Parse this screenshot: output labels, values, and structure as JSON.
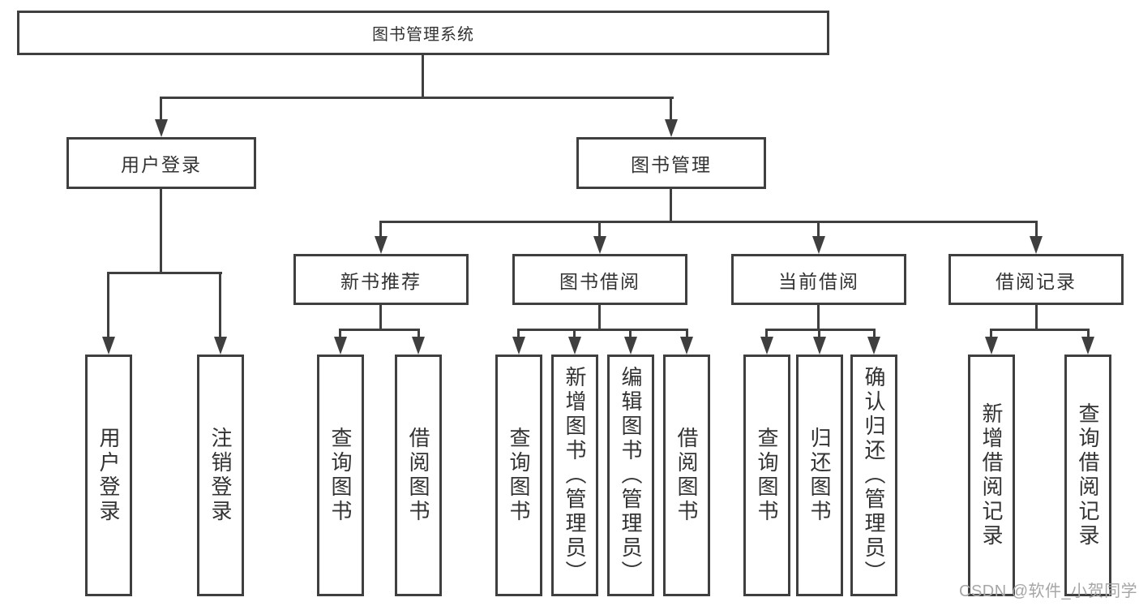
{
  "diagram": {
    "title": "图书管理系统",
    "watermark": "CSDN @软件_小贺同学",
    "colors": {
      "line": "#3f3f3f",
      "text": "#333333",
      "watermark": "#a6a6a6",
      "background": "#ffffff"
    },
    "root": {
      "label": "图书管理系统",
      "children": [
        {
          "label": "用户登录",
          "children": [
            {
              "label": "用户登录"
            },
            {
              "label": "注销登录"
            }
          ]
        },
        {
          "label": "图书管理",
          "children": [
            {
              "label": "新书推荐",
              "children": [
                {
                  "label": "查询图书"
                },
                {
                  "label": "借阅图书"
                }
              ]
            },
            {
              "label": "图书借阅",
              "children": [
                {
                  "label": "查询图书"
                },
                {
                  "label": "新增图书（管理员）"
                },
                {
                  "label": "编辑图书（管理员）"
                },
                {
                  "label": "借阅图书"
                }
              ]
            },
            {
              "label": "当前借阅",
              "children": [
                {
                  "label": "查询图书"
                },
                {
                  "label": "归还图书"
                },
                {
                  "label": "确认归还（管理员）"
                }
              ]
            },
            {
              "label": "借阅记录",
              "children": [
                {
                  "label": "新增借阅记录"
                },
                {
                  "label": "查询借阅记录"
                }
              ]
            }
          ]
        }
      ]
    }
  }
}
